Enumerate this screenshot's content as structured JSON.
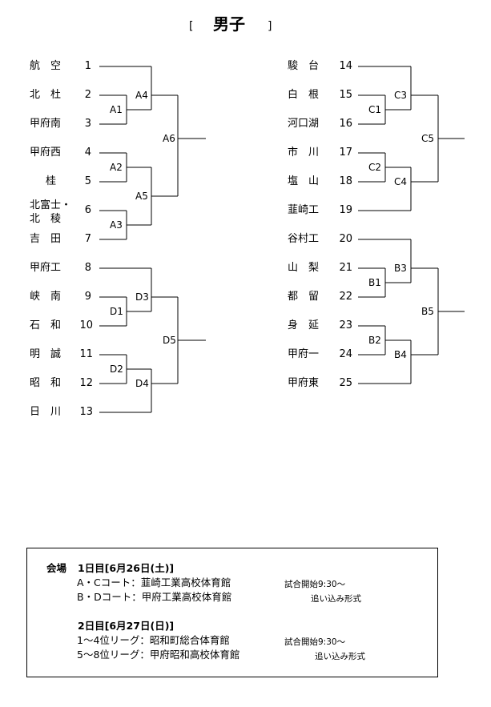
{
  "title": "男子",
  "bracket_open": "[",
  "bracket_close": "]",
  "left_teams": [
    {
      "name": "航　空",
      "num": "1"
    },
    {
      "name": "北　杜",
      "num": "2"
    },
    {
      "name": "甲府南",
      "num": "3"
    },
    {
      "name": "甲府西",
      "num": "4"
    },
    {
      "name": "桂",
      "num": "5"
    },
    {
      "name": "北富士・\n北　稜",
      "num": "6"
    },
    {
      "name": "吉　田",
      "num": "7"
    },
    {
      "name": "甲府工",
      "num": "8"
    },
    {
      "name": "峡　南",
      "num": "9"
    },
    {
      "name": "石　和",
      "num": "10"
    },
    {
      "name": "明　誠",
      "num": "11"
    },
    {
      "name": "昭　和",
      "num": "12"
    },
    {
      "name": "日　川",
      "num": "13"
    }
  ],
  "right_teams": [
    {
      "name": "駿　台",
      "num": "14"
    },
    {
      "name": "白　根",
      "num": "15"
    },
    {
      "name": "河口湖",
      "num": "16"
    },
    {
      "name": "市　川",
      "num": "17"
    },
    {
      "name": "塩　山",
      "num": "18"
    },
    {
      "name": "韮崎工",
      "num": "19"
    },
    {
      "name": "谷村工",
      "num": "20"
    },
    {
      "name": "山　梨",
      "num": "21"
    },
    {
      "name": "都　留",
      "num": "22"
    },
    {
      "name": "身　延",
      "num": "23"
    },
    {
      "name": "甲府一",
      "num": "24"
    },
    {
      "name": "甲府東",
      "num": "25"
    }
  ],
  "match_labels": {
    "A1": "A1",
    "A2": "A2",
    "A3": "A3",
    "A4": "A4",
    "A5": "A5",
    "A6": "A6",
    "D1": "D1",
    "D2": "D2",
    "D3": "D3",
    "D4": "D4",
    "D5": "D5",
    "C1": "C1",
    "C2": "C2",
    "C3": "C3",
    "C4": "C4",
    "C5": "C5",
    "B1": "B1",
    "B2": "B2",
    "B3": "B3",
    "B4": "B4",
    "B5": "B5"
  },
  "info": {
    "venue_label": "会場",
    "day1_heading": "1日目[6月26日(土)]",
    "day1_line1": "A・Cコート：韮崎工業高校体育館",
    "day1_line2": "B・Dコート：甲府工業高校体育館",
    "day1_start": "試合開始9:30～",
    "day1_format": "追い込み形式",
    "day2_heading": "2日目[6月27日(日)]",
    "day2_line1": "1～4位リーグ：昭和町総合体育館",
    "day2_line2": "5～8位リーグ：甲府昭和高校体育館",
    "day2_start": "試合開始9:30～",
    "day2_format": "追い込み形式"
  }
}
